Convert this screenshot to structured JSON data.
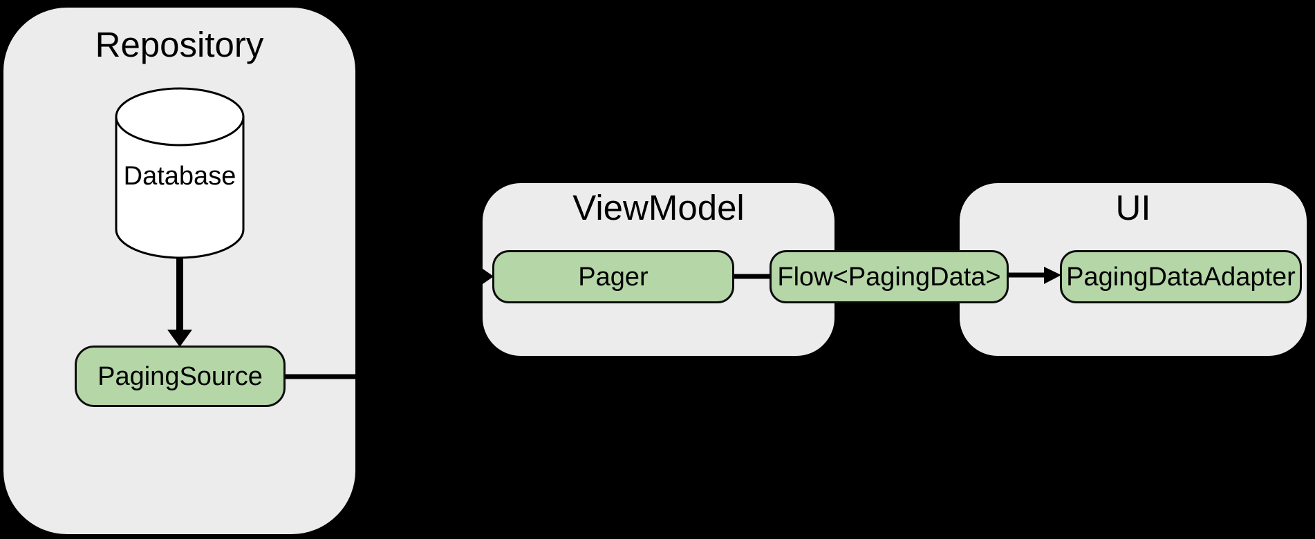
{
  "diagram": {
    "background_color": "#000000",
    "panel_fill": "#ececec",
    "node_fill": "#b5d6a7",
    "stroke_color": "#000000",
    "text_color": "#000000",
    "panels": [
      {
        "id": "repository",
        "title": "Repository"
      },
      {
        "id": "viewmodel",
        "title": "ViewModel"
      },
      {
        "id": "ui",
        "title": "UI"
      }
    ],
    "nodes": [
      {
        "id": "database",
        "label": "Database",
        "shape": "cylinder",
        "panel": "repository"
      },
      {
        "id": "paging-source",
        "label": "PagingSource",
        "shape": "rounded-rect",
        "panel": "repository"
      },
      {
        "id": "pager",
        "label": "Pager",
        "shape": "rounded-rect",
        "panel": "viewmodel"
      },
      {
        "id": "flow-paging-data",
        "label": "Flow<PagingData>",
        "shape": "rounded-rect",
        "panel": "viewmodel-ui-bridge"
      },
      {
        "id": "paging-data-adapter",
        "label": "PagingDataAdapter",
        "shape": "rounded-rect",
        "panel": "ui"
      }
    ],
    "connections": [
      {
        "from": "Database",
        "to": "PagingSource",
        "arrowhead": true
      },
      {
        "from": "PagingSource",
        "to": "Pager",
        "arrowhead": true
      },
      {
        "from": "Pager",
        "to": "Flow<PagingData>",
        "arrowhead": false
      },
      {
        "from": "Flow<PagingData>",
        "to": "PagingDataAdapter",
        "arrowhead": true
      }
    ]
  }
}
